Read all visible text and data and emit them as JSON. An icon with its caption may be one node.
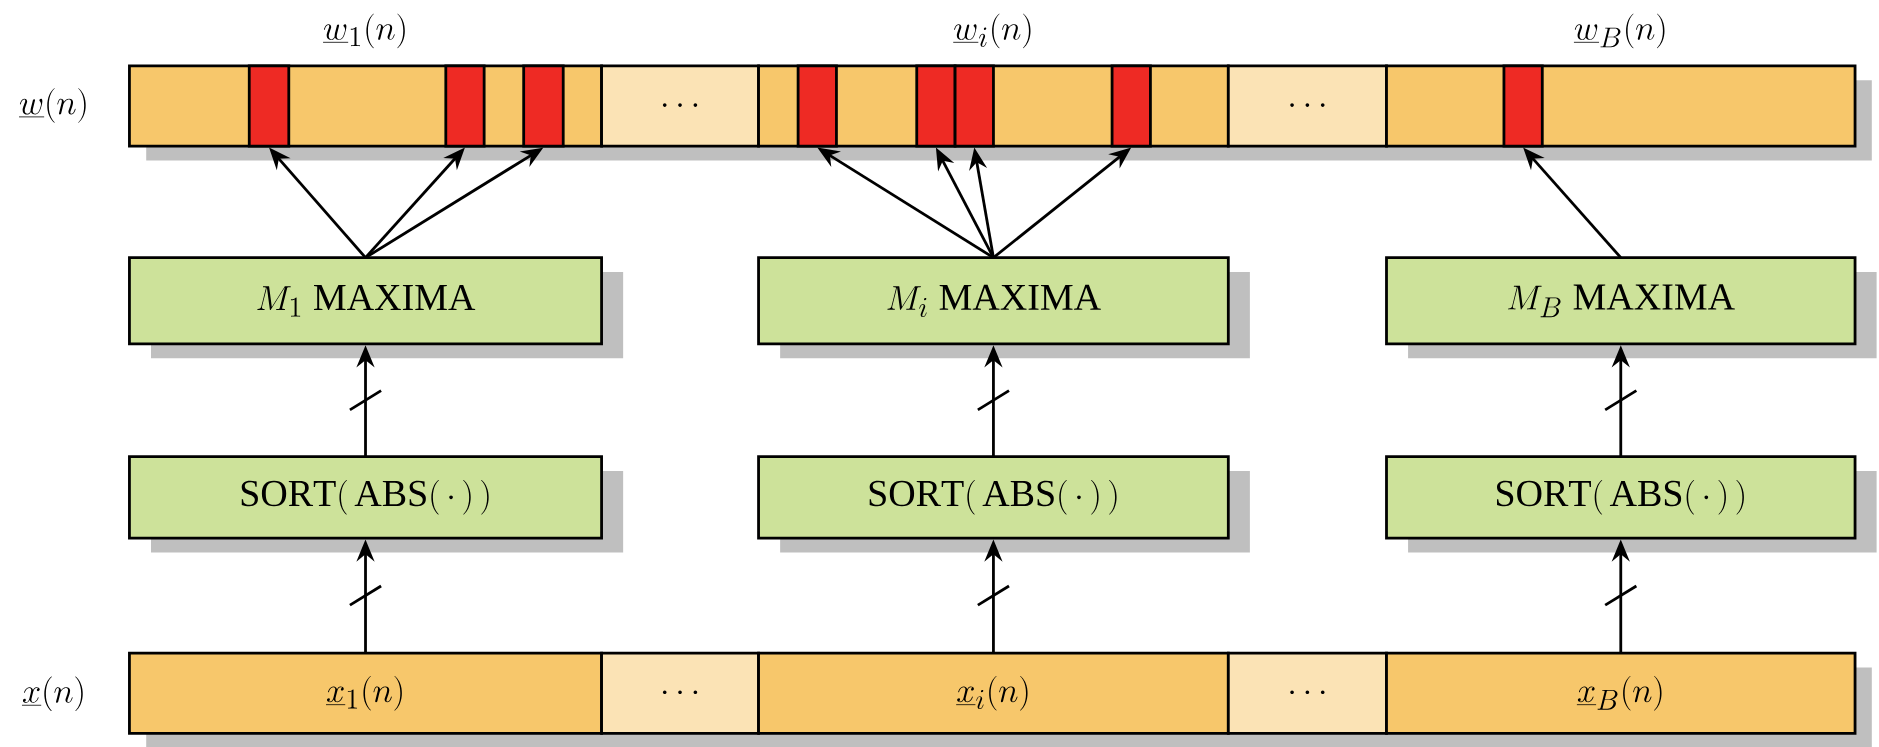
{
  "diagram": {
    "nodes": [
      {
        "text": [
          "\\underline{w}_1(n)"
        ]
      },
      {
        "text": [],
        "shape": "box",
        "in": 0
      },
      {
        "text": [],
        "shape": "box",
        "in": 0
      },
      {
        "text": [],
        "shape": "box",
        "in": 0
      },
      {
        "text": [
          "\\cdots"
        ]
      },
      {
        "text": [
          "\\underline{w}_i(n)"
        ]
      },
      {
        "text": [],
        "shape": "box",
        "in": 5
      },
      {
        "text": [],
        "shape": "box",
        "in": 5
      },
      {
        "text": [],
        "shape": "box",
        "in": 5
      },
      {
        "text": [],
        "shape": "box",
        "in": 5
      },
      {
        "text": [
          "\\cdots"
        ]
      },
      {
        "text": [
          "\\underline{w}_B(n)"
        ]
      },
      {
        "text": [],
        "shape": "box",
        "in": 11
      },
      {
        "text": [
          "M_1\\ \\mathrm{MAXIMA}"
        ]
      },
      {
        "text": [
          "M_i\\ \\mathrm{MAXIMA}"
        ]
      },
      {
        "text": [
          "M_B\\ \\mathrm{MAXIMA}"
        ]
      },
      {
        "text": [
          "\\mathrm{SORT}(\\,\\mathrm{ABS}(\\,\\cdot\\,)\\,)"
        ]
      },
      {
        "text": [
          "\\mathrm{SORT}(\\,\\mathrm{ABS}(\\,\\cdot\\,)\\,)"
        ]
      },
      {
        "text": [
          "\\mathrm{SORT}(\\,\\mathrm{ABS}(\\,\\cdot\\,)\\,)"
        ]
      },
      {
        "text": [
          "\\underline{x}_1(n)"
        ]
      },
      {
        "text": [
          "\\cdots"
        ]
      },
      {
        "text": [
          "\\underline{x}_i(n)"
        ]
      },
      {
        "text": [
          "\\cdots"
        ]
      },
      {
        "text": [
          "\\underline{x}_B(n)"
        ]
      }
    ],
    "edges": [
      {
        "from": 13,
        "to": 1,
        "arrow": "to"
      },
      {
        "from": 13,
        "to": 2,
        "arrow": "to"
      },
      {
        "from": 13,
        "to": 3,
        "arrow": "to"
      },
      {
        "from": 14,
        "to": 6,
        "arrow": "to"
      },
      {
        "from": 14,
        "to": 7,
        "arrow": "to"
      },
      {
        "from": 14,
        "to": 8,
        "arrow": "to"
      },
      {
        "from": 14,
        "to": 9,
        "arrow": "to"
      },
      {
        "from": 15,
        "to": 12,
        "arrow": "to"
      },
      {
        "from": 16,
        "to": 13,
        "arrow": "to"
      },
      {
        "from": 17,
        "to": 14,
        "arrow": "to"
      },
      {
        "from": 18,
        "to": 15,
        "arrow": "to"
      },
      {
        "from": 19,
        "to": 16,
        "arrow": "to"
      },
      {
        "from": 21,
        "to": 17,
        "arrow": "to"
      },
      {
        "from": 23,
        "to": 18,
        "arrow": "to"
      }
    ],
    "labels": [
      "\\underline{w}(n)",
      "\\underline{x}(n)"
    ]
  }
}
